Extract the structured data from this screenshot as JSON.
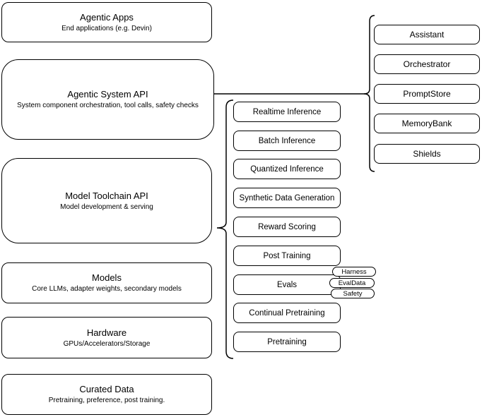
{
  "stack": [
    {
      "title": "Agentic Apps",
      "subtitle": "End applications (e.g. Devin)"
    },
    {
      "title": "Agentic System API",
      "subtitle": "System component orchestration, tool calls, safety checks"
    },
    {
      "title": "Model Toolchain API",
      "subtitle": "Model development & serving"
    },
    {
      "title": "Models",
      "subtitle": "Core LLMs, adapter weights, secondary models"
    },
    {
      "title": "Hardware",
      "subtitle": "GPUs/Accelerators/Storage"
    },
    {
      "title": "Curated Data",
      "subtitle": "Pretraining, preference, post training."
    }
  ],
  "toolchain": [
    "Realtime Inference",
    "Batch Inference",
    "Quantized Inference",
    "Synthetic Data Generation",
    "Reward Scoring",
    "Post Training",
    "Evals",
    "Continual Pretraining",
    "Pretraining"
  ],
  "evals_tags": [
    "Harness",
    "EvalData",
    "Safety"
  ],
  "system_components": [
    "Assistant",
    "Orchestrator",
    "PromptStore",
    "MemoryBank",
    "Shields"
  ],
  "colors": {
    "stroke": "#000000",
    "background": "#ffffff"
  }
}
